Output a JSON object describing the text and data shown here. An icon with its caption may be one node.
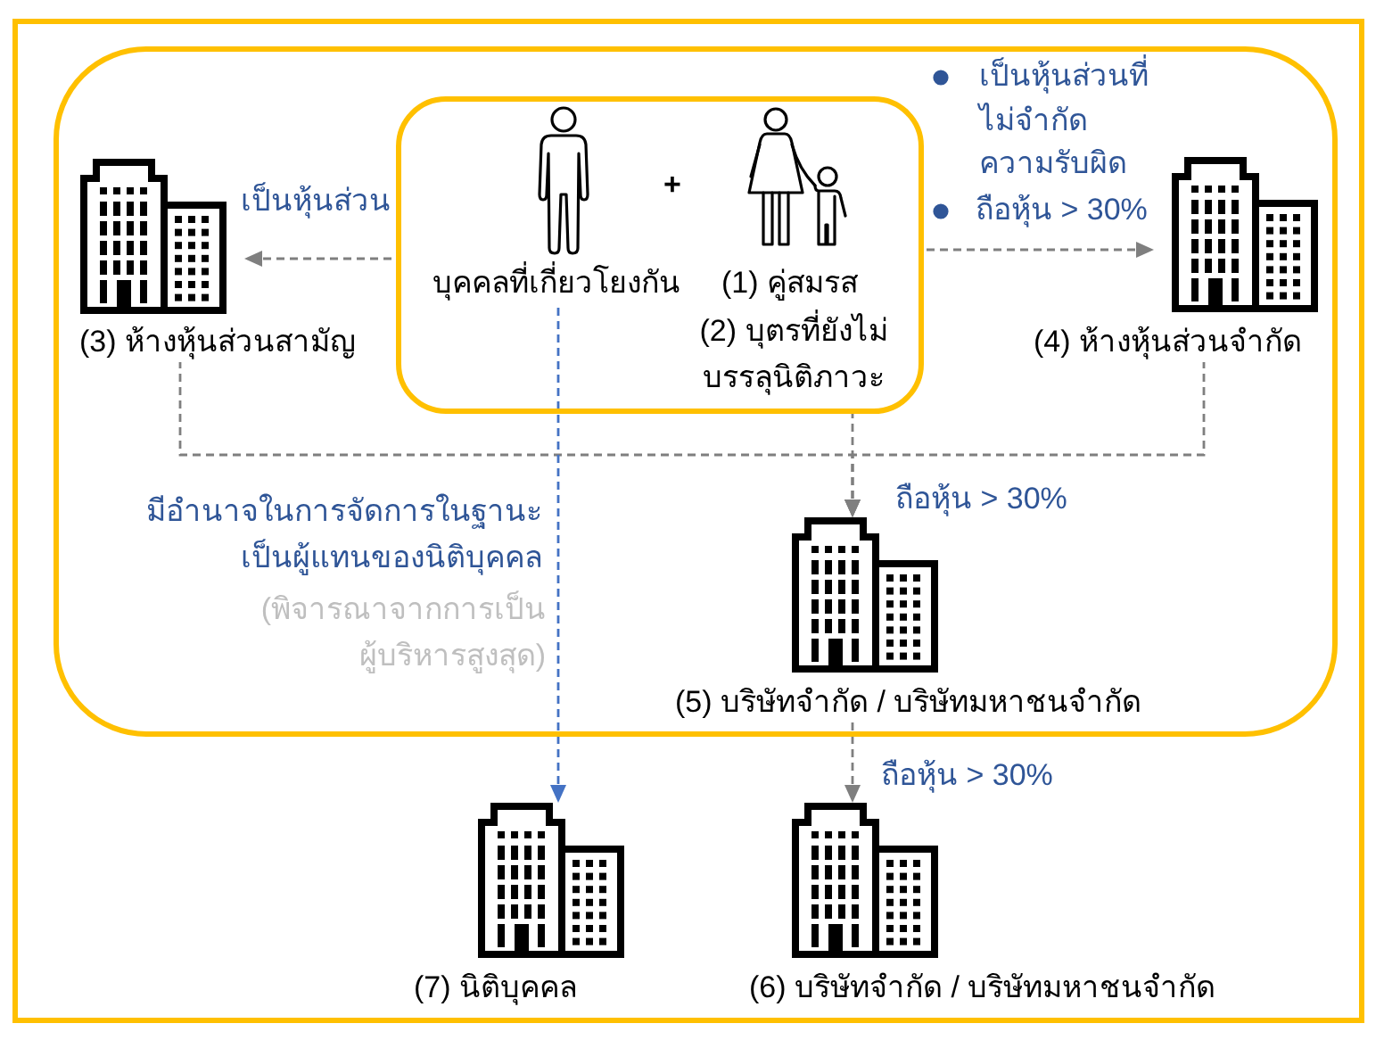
{
  "diagram": {
    "nodes": [
      {
        "text": [],
        "shape": "box"
      },
      {
        "text": [
          "+"
        ],
        "in": 0
      },
      {
        "text": [
          "บุคคลที่เกี่ยวโยงกัน"
        ],
        "in": 1
      },
      {
        "text": [
          "(1) คู่สมรส",
          "(2) บุตรที่ยังไม่บรรลุนิติภาวะ"
        ],
        "in": 1
      },
      {
        "text": [
          "(3) ห้างหุ้นส่วนสามัญ"
        ],
        "in": 0
      },
      {
        "text": [
          "(4) ห้างหุ้นส่วนจำกัด"
        ],
        "in": 0
      },
      {
        "text": [
          "(5) บริษัทจำกัด / บริษัทมหาชนจำกัด"
        ],
        "in": 0
      },
      {
        "text": [
          "(7) นิติบุคคล"
        ]
      },
      {
        "text": [
          "(6) บริษัทจำกัด / บริษัทมหาชนจำกัด"
        ]
      }
    ],
    "edges": [
      {
        "from": 1,
        "to": 4,
        "arrow": "to",
        "label": "เป็นหุ้นส่วน",
        "style": "dashed"
      },
      {
        "from": 1,
        "to": 5,
        "arrow": "to",
        "label": "เป็นหุ้นส่วนที่ไม่จำกัดความรับผิด",
        "style": "dashed"
      },
      {
        "from": 1,
        "to": 6,
        "arrow": "to",
        "label": "ถือหุ้น > 30%",
        "style": "dashed"
      },
      {
        "from": 4,
        "to": 6,
        "arrow": "to",
        "style": "dashed"
      },
      {
        "from": 5,
        "to": 6,
        "arrow": "to",
        "style": "dashed"
      },
      {
        "from": 2,
        "to": 7,
        "arrow": "to",
        "label": "มีอำนาจในการจัดการในฐานะเป็นผู้แทนของนิติบุคคล",
        "style": "dashed",
        "color": "#4472c4"
      },
      {
        "from": 6,
        "to": 8,
        "arrow": "to",
        "label": "ถือหุ้น > 30%",
        "style": "dashed"
      }
    ],
    "labels": [
      "ถือหุ้น > 30%",
      "(พิจารณาจากการเป็นผู้บริหารสูงสุด)"
    ]
  }
}
